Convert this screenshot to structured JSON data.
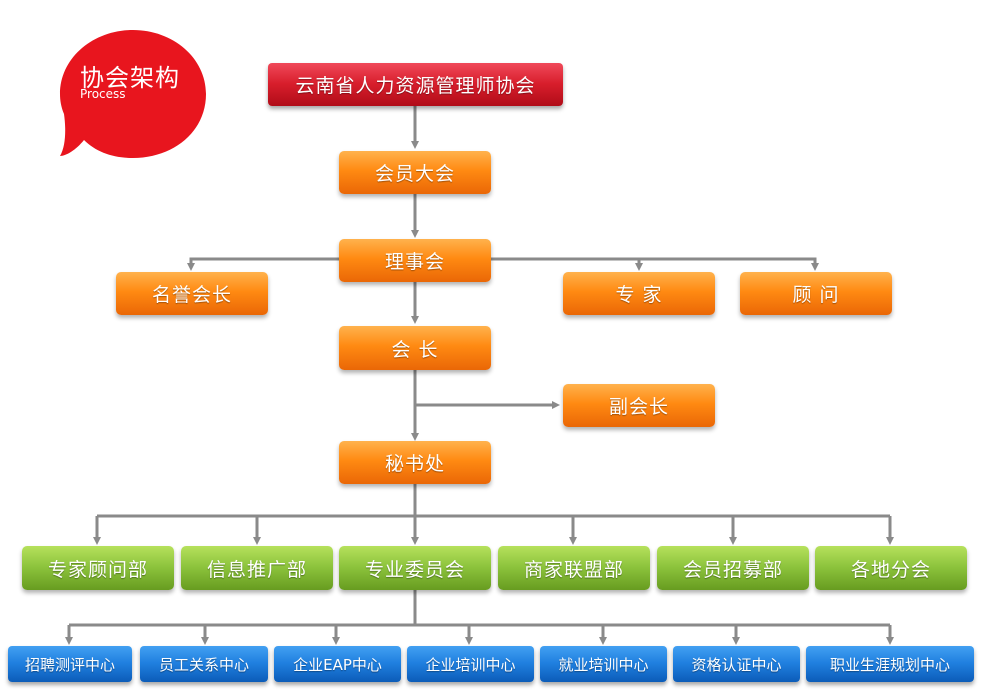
{
  "badge": {
    "title": "协会架构",
    "subtitle": "Process",
    "color": "#e8151e"
  },
  "top": {
    "label": "云南省人力资源管理师协会"
  },
  "level1": {
    "general_assembly": "会员大会",
    "council": "理事会",
    "president": "会 长",
    "secretariat": "秘书处"
  },
  "side": {
    "honorary_president": "名誉会长",
    "experts": "专 家",
    "advisors": "顾 问",
    "vice_president": "副会长"
  },
  "departments": [
    "专家顾问部",
    "信息推广部",
    "专业委员会",
    "商家联盟部",
    "会员招募部",
    "各地分会"
  ],
  "centers": [
    "招聘测评中心",
    "员工关系中心",
    "企业EAP中心",
    "企业培训中心",
    "就业培训中心",
    "资格认证中心",
    "职业生涯规划中心"
  ],
  "colors": {
    "top": "#d81e2c",
    "level": "#ff8a12",
    "department": "#8cc33c",
    "center": "#1f7fdf",
    "connector": "#8a8a8a"
  }
}
